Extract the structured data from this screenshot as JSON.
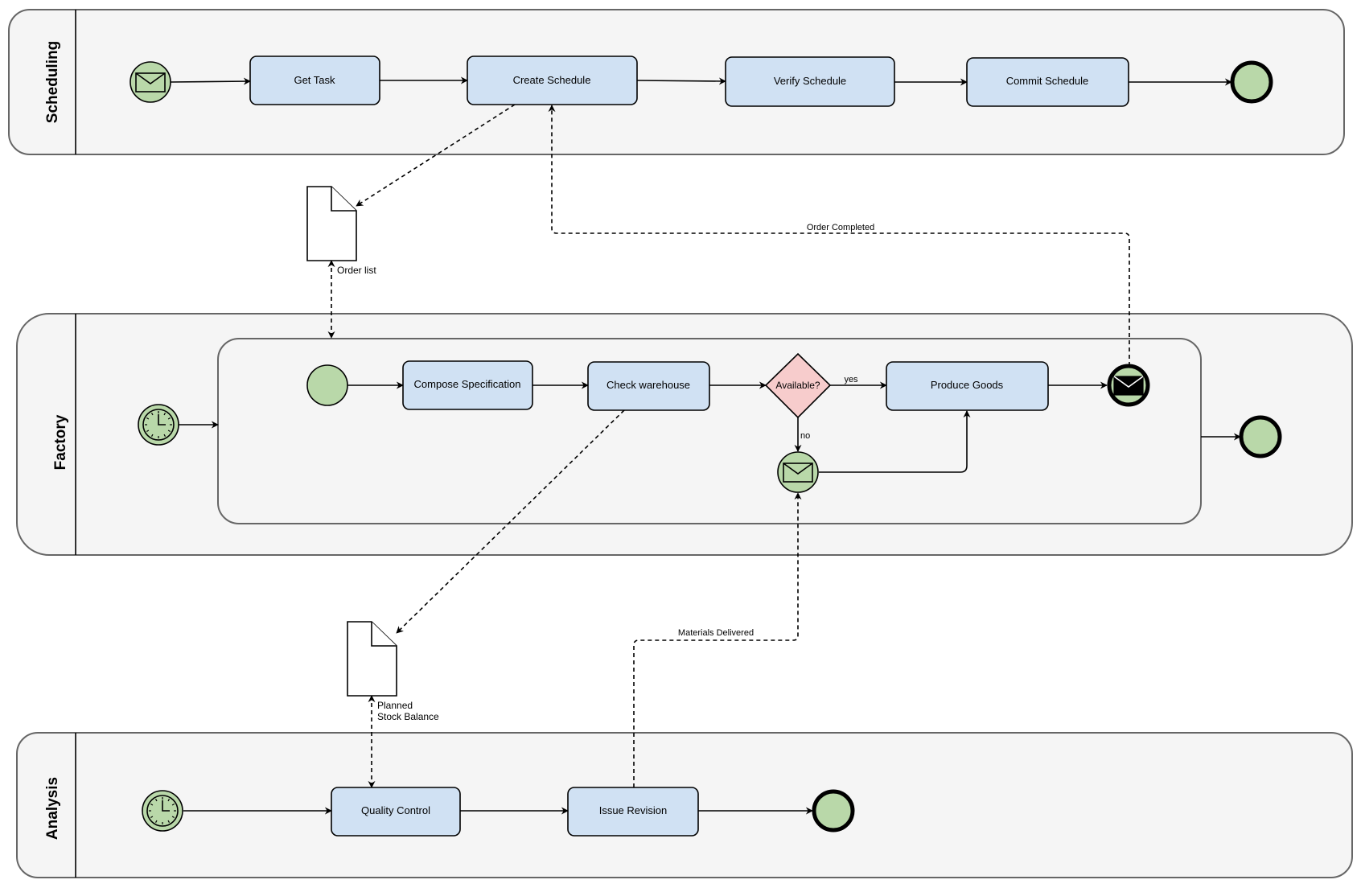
{
  "lanes": {
    "scheduling": "Scheduling",
    "factory": "Factory",
    "analysis": "Analysis"
  },
  "tasks": {
    "get_task": "Get Task",
    "create_schedule": "Create Schedule",
    "verify_schedule": "Verify Schedule",
    "commit_schedule": "Commit Schedule",
    "compose_specification": "Compose Specification",
    "check_warehouse": "Check warehouse",
    "produce_goods": "Produce Goods",
    "quality_control": "Quality Control",
    "issue_revision": "Issue Revision"
  },
  "gateway": {
    "label": "Available?",
    "yes_label": "yes",
    "no_label": "no"
  },
  "documents": {
    "order_list": "Order list",
    "planned_stock_line1": "Planned",
    "planned_stock_line2": "Stock Balance"
  },
  "message_flows": {
    "order_completed": "Order Completed",
    "materials_delivered": "Materials Delivered"
  },
  "colors": {
    "pool_fill": "#f5f5f5",
    "task_fill": "#d0e1f3",
    "event_fill": "#b9d8a9",
    "gateway_fill": "#f7cccc"
  },
  "icons": {
    "message_start": "envelope-icon",
    "timer_start": "clock-icon",
    "message_end": "envelope-filled-icon"
  }
}
